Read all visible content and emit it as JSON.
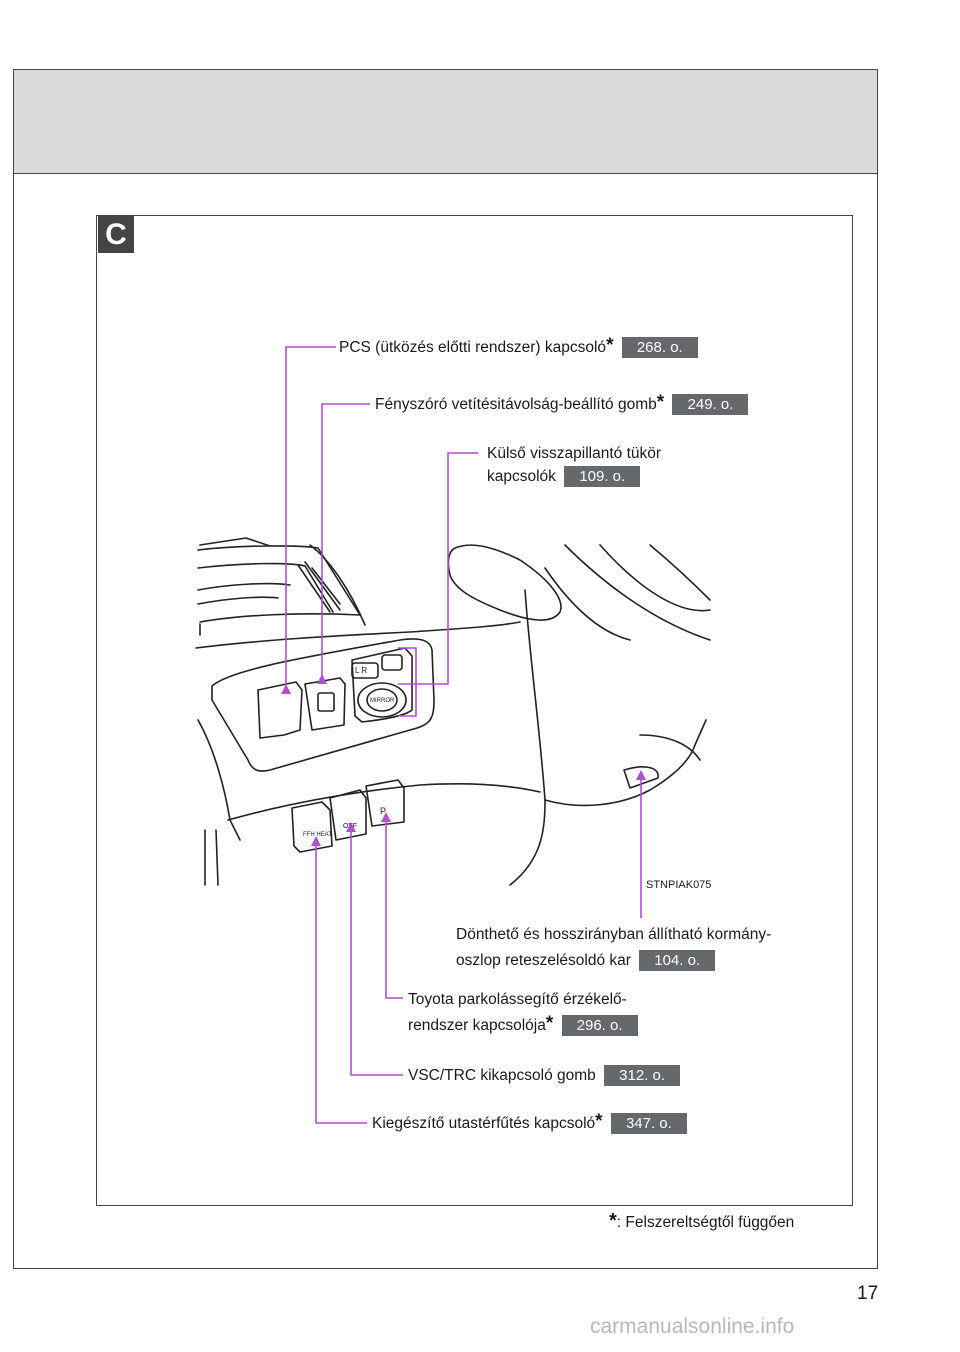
{
  "section": {
    "letter": "C"
  },
  "callouts": [
    {
      "id": "pcs",
      "lines": [
        "PCS (ütközés előtti rendszer) kapcsoló"
      ],
      "asterisk": true,
      "pageref": "268. o."
    },
    {
      "id": "headlight",
      "lines": [
        "Fényszóró vetítésitávolság-beállító gomb"
      ],
      "asterisk": true,
      "pageref": "249. o."
    },
    {
      "id": "mirror",
      "lines": [
        "Külső visszapillantó tükör",
        "kapcsolók"
      ],
      "asterisk": false,
      "pageref": "109. o."
    },
    {
      "id": "tilt",
      "lines": [
        "Dönthető és hosszirányban állítható kormány-",
        "oszlop reteszelésoldó kar"
      ],
      "asterisk": false,
      "pageref": "104. o."
    },
    {
      "id": "parking",
      "lines": [
        "Toyota parkolássegítő érzékelő-",
        "rendszer kapcsolója"
      ],
      "asterisk": true,
      "pageref": "296. o."
    },
    {
      "id": "vsc",
      "lines": [
        "VSC/TRC kikapcsoló gomb"
      ],
      "asterisk": false,
      "pageref": "312. o."
    },
    {
      "id": "heater",
      "lines": [
        "Kiegészítő utastérfűtés kapcsoló"
      ],
      "asterisk": true,
      "pageref": "347. o."
    }
  ],
  "illustration": {
    "code": "STNPIAK075",
    "switch_labels": {
      "mirror_lr": "L   R",
      "mirror_knob": "MIRROR",
      "vsc": "OFF",
      "heater": "FFH HEAT",
      "parking": "P"
    }
  },
  "asterisk_symbol": "*",
  "footnote": {
    "text": ": Felszereltségtől függően"
  },
  "page_number": "17",
  "watermark": "carmanualsonline.info",
  "colors": {
    "leader_line": "#b14fd2",
    "pageref_bg": "#66696b",
    "header_band": "#d9dbdb"
  }
}
